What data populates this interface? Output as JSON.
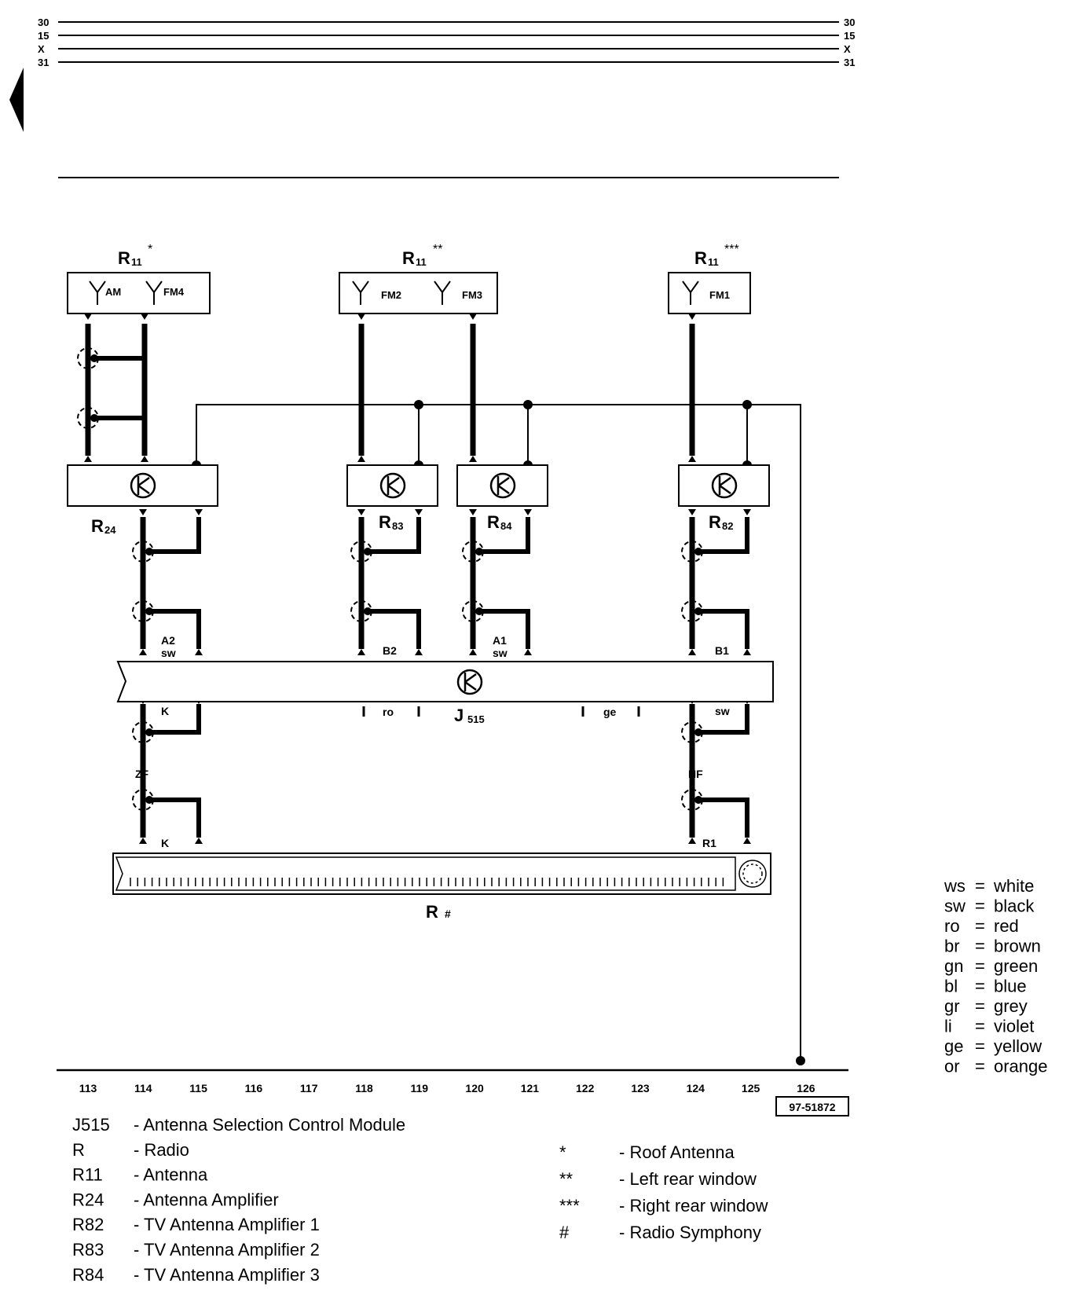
{
  "bus_labels": [
    "30",
    "15",
    "X",
    "31"
  ],
  "antennas": {
    "left": {
      "label": "R",
      "sub": "11",
      "mark": "*",
      "ant1": "AM",
      "ant2": "FM4"
    },
    "middle": {
      "label": "R",
      "sub": "11",
      "mark": "**",
      "ant1": "FM2",
      "ant2": "FM3"
    },
    "right": {
      "label": "R",
      "sub": "11",
      "mark": "***",
      "ant1": "FM1"
    }
  },
  "amplifiers": {
    "r24": {
      "label": "R",
      "sub": "24"
    },
    "r83": {
      "label": "R",
      "sub": "83"
    },
    "r84": {
      "label": "R",
      "sub": "84"
    },
    "r82": {
      "label": "R",
      "sub": "82"
    }
  },
  "module": {
    "label": "J",
    "sub": "515"
  },
  "module_pins": {
    "a2": "A2",
    "a2_color": "sw",
    "b2": "B2",
    "a1": "A1",
    "a1_color": "sw",
    "b1": "B1",
    "k_top": "K",
    "ro": "ro",
    "ge": "ge",
    "sw_bottom": "sw",
    "zf": "ZF",
    "hf": "HF",
    "k_bottom": "K",
    "r1": "R1"
  },
  "radio": {
    "label": "R",
    "mark": "#"
  },
  "tracks": [
    "113",
    "114",
    "115",
    "116",
    "117",
    "118",
    "119",
    "120",
    "121",
    "122",
    "123",
    "124",
    "125",
    "126"
  ],
  "diagram_code": "97-51872",
  "color_codes": [
    {
      "code": "ws",
      "name": "white"
    },
    {
      "code": "sw",
      "name": "black"
    },
    {
      "code": "ro",
      "name": "red"
    },
    {
      "code": "br",
      "name": "brown"
    },
    {
      "code": "gn",
      "name": "green"
    },
    {
      "code": "bl",
      "name": "blue"
    },
    {
      "code": "gr",
      "name": "grey"
    },
    {
      "code": "li",
      "name": "violet"
    },
    {
      "code": "ge",
      "name": "yellow"
    },
    {
      "code": "or",
      "name": "orange"
    }
  ],
  "components": [
    {
      "code": "J515",
      "desc": "- Antenna Selection Control Module"
    },
    {
      "code": "R",
      "desc": "- Radio"
    },
    {
      "code": "R11",
      "desc": "- Antenna"
    },
    {
      "code": "R24",
      "desc": "- Antenna Amplifier"
    },
    {
      "code": "R82",
      "desc": "- TV Antenna Amplifier 1"
    },
    {
      "code": "R83",
      "desc": "- TV Antenna Amplifier 2"
    },
    {
      "code": "R84",
      "desc": "- TV Antenna Amplifier 3"
    }
  ],
  "notes": [
    {
      "sym": "*",
      "desc": "- Roof Antenna"
    },
    {
      "sym": "**",
      "desc": "- Left rear window"
    },
    {
      "sym": "***",
      "desc": "- Right rear window"
    },
    {
      "sym": "#",
      "desc": "- Radio Symphony"
    }
  ]
}
